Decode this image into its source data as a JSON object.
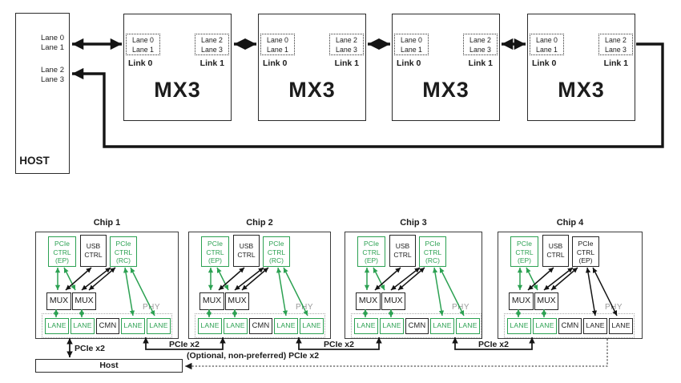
{
  "colors": {
    "green": "#2ca152",
    "black": "#1c1c1c",
    "phy_gray": "#9a9a9a"
  },
  "top": {
    "host": {
      "title": "HOST",
      "upper_lanes": [
        "Lane 0",
        "Lane 1"
      ],
      "lower_lanes": [
        "Lane 2",
        "Lane 3"
      ]
    },
    "mx3_units": [
      {
        "name": "MX3",
        "link0_label": "Link 0",
        "link0_lanes": [
          "Lane 0",
          "Lane 1"
        ],
        "link1_label": "Link 1",
        "link1_lanes": [
          "Lane 2",
          "Lane 3"
        ]
      },
      {
        "name": "MX3",
        "link0_label": "Link 0",
        "link0_lanes": [
          "Lane 0",
          "Lane 1"
        ],
        "link1_label": "Link 1",
        "link1_lanes": [
          "Lane 2",
          "Lane 3"
        ]
      },
      {
        "name": "MX3",
        "link0_label": "Link 0",
        "link0_lanes": [
          "Lane 0",
          "Lane 1"
        ],
        "link1_label": "Link 1",
        "link1_lanes": [
          "Lane 2",
          "Lane 3"
        ]
      },
      {
        "name": "MX3",
        "link0_label": "Link 0",
        "link0_lanes": [
          "Lane 0",
          "Lane 1"
        ],
        "link1_label": "Link 1",
        "link1_lanes": [
          "Lane 2",
          "Lane 3"
        ]
      }
    ]
  },
  "bottom": {
    "chips": [
      {
        "title": "Chip 1",
        "blocks": [
          {
            "lines": [
              "PCIe",
              "CTRL",
              "(EP)"
            ],
            "color": "green"
          },
          {
            "lines": [
              "USB",
              "CTRL"
            ],
            "color": "black"
          },
          {
            "lines": [
              "PCIe",
              "CTRL",
              "(RC)"
            ],
            "color": "green"
          }
        ],
        "mux": [
          "MUX",
          "MUX"
        ],
        "phy_label": "PHY",
        "lanes": [
          {
            "label": "LANE",
            "color": "green"
          },
          {
            "label": "LANE",
            "color": "green"
          },
          {
            "label": "CMN",
            "color": "black"
          },
          {
            "label": "LANE",
            "color": "green"
          },
          {
            "label": "LANE",
            "color": "green"
          }
        ]
      },
      {
        "title": "Chip 2",
        "blocks": [
          {
            "lines": [
              "PCIe",
              "CTRL",
              "(EP)"
            ],
            "color": "green"
          },
          {
            "lines": [
              "USB",
              "CTRL"
            ],
            "color": "black"
          },
          {
            "lines": [
              "PCIe",
              "CTRL",
              "(RC)"
            ],
            "color": "green"
          }
        ],
        "mux": [
          "MUX",
          "MUX"
        ],
        "phy_label": "PHY",
        "lanes": [
          {
            "label": "LANE",
            "color": "green"
          },
          {
            "label": "LANE",
            "color": "green"
          },
          {
            "label": "CMN",
            "color": "black"
          },
          {
            "label": "LANE",
            "color": "green"
          },
          {
            "label": "LANE",
            "color": "green"
          }
        ]
      },
      {
        "title": "Chip 3",
        "blocks": [
          {
            "lines": [
              "PCIe",
              "CTRL",
              "(EP)"
            ],
            "color": "green"
          },
          {
            "lines": [
              "USB",
              "CTRL"
            ],
            "color": "black"
          },
          {
            "lines": [
              "PCIe",
              "CTRL",
              "(RC)"
            ],
            "color": "green"
          }
        ],
        "mux": [
          "MUX",
          "MUX"
        ],
        "phy_label": "PHY",
        "lanes": [
          {
            "label": "LANE",
            "color": "green"
          },
          {
            "label": "LANE",
            "color": "green"
          },
          {
            "label": "CMN",
            "color": "black"
          },
          {
            "label": "LANE",
            "color": "green"
          },
          {
            "label": "LANE",
            "color": "green"
          }
        ]
      },
      {
        "title": "Chip 4",
        "blocks": [
          {
            "lines": [
              "PCIe",
              "CTRL",
              "(EP)"
            ],
            "color": "green"
          },
          {
            "lines": [
              "USB",
              "CTRL"
            ],
            "color": "black"
          },
          {
            "lines": [
              "PCIe",
              "CTRL",
              "(EP)"
            ],
            "color": "black"
          }
        ],
        "mux": [
          "MUX",
          "MUX"
        ],
        "phy_label": "PHY",
        "lanes": [
          {
            "label": "LANE",
            "color": "green"
          },
          {
            "label": "LANE",
            "color": "green"
          },
          {
            "label": "CMN",
            "color": "black"
          },
          {
            "label": "LANE",
            "color": "black"
          },
          {
            "label": "LANE",
            "color": "black"
          }
        ]
      }
    ],
    "connections": {
      "host_link_label": "PCIe x2",
      "bracket_labels": [
        "PCIe x2",
        "PCIe x2",
        "PCIe x2"
      ],
      "optional_label": "(Optional, non-preferred) PCIe x2",
      "host_box_label": "Host"
    }
  }
}
